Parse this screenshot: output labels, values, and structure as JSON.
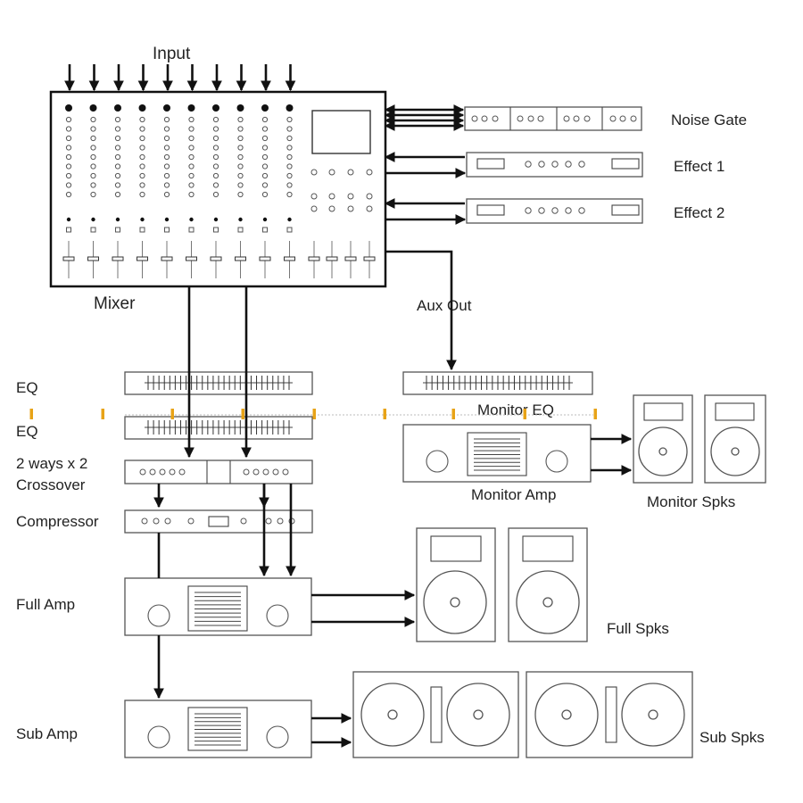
{
  "labels": {
    "input": "Input",
    "mixer": "Mixer",
    "noise_gate": "Noise Gate",
    "effect1": "Effect 1",
    "effect2": "Effect 2",
    "aux_out": "Aux Out",
    "eq1": "EQ",
    "eq2": "EQ",
    "crossover_line1": "2 ways x 2",
    "crossover_line2": "Crossover",
    "compressor": "Compressor",
    "full_amp": "Full Amp",
    "sub_amp": "Sub Amp",
    "monitor_eq": "Monitor EQ",
    "monitor_amp": "Monitor Amp",
    "monitor_spks": "Monitor Spks",
    "full_spks": "Full Spks",
    "sub_spks": "Sub Spks"
  },
  "colors": {
    "line": "#111111",
    "device_outline": "#555555",
    "marker": "#e8a317"
  }
}
